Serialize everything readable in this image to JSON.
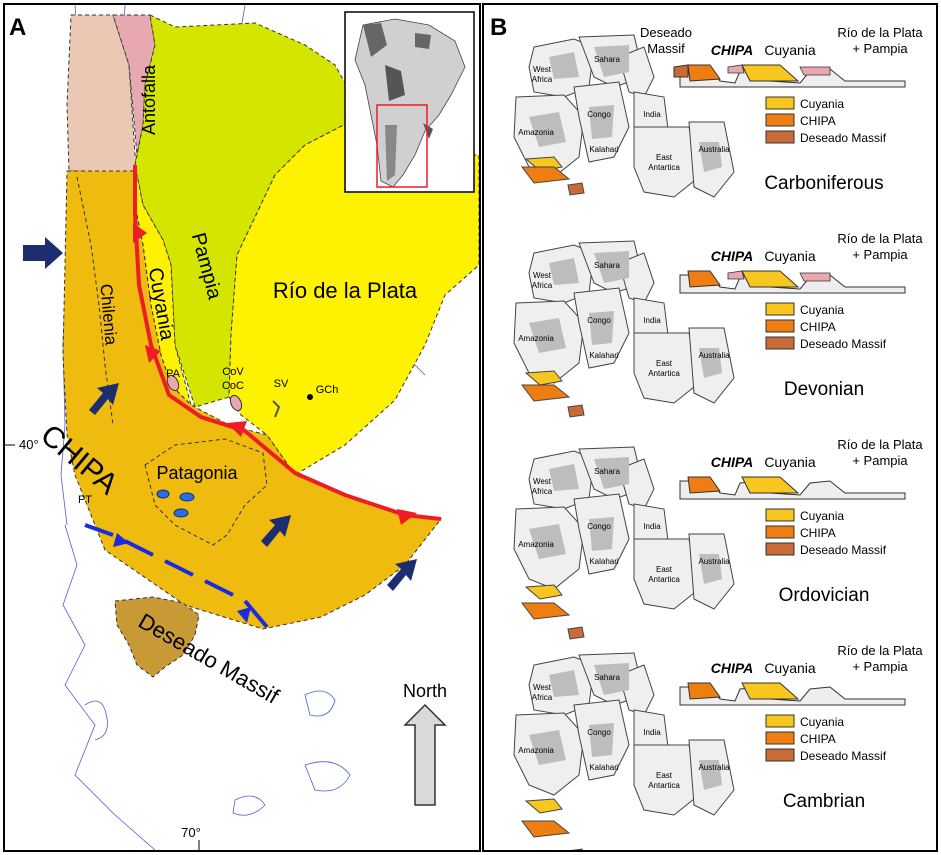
{
  "panel_a": {
    "letter": "A",
    "regions": {
      "antofalla": "Antofalla",
      "pampia": "Pampia",
      "cuyania": "Cuyania",
      "rio_de_la_plata": "Río de la Plata",
      "chilenia": "Chilenia",
      "chipa": "CHIPA",
      "patagonia": "Patagonia",
      "deseado_massif": "Deseado Massif"
    },
    "localities": {
      "pa": "PA",
      "cov": "CoV",
      "coc": "CoC",
      "sv": "SV",
      "gch": "GCh",
      "pt": "PT"
    },
    "latitude_label": "40°",
    "longitude_label": "70°",
    "north_label": "North"
  },
  "panel_b": {
    "letter": "B",
    "continents": {
      "west_africa": [
        "West",
        "Africa"
      ],
      "sahara": "Sahara",
      "amazonia": "Amazonia",
      "congo": "Congo",
      "kalahari": "Kalahari",
      "india": "India",
      "east_antarctica": [
        "East",
        "Antartica"
      ],
      "australia": "Australia"
    },
    "legend": [
      {
        "label": "Cuyania",
        "color": "#f7c61f"
      },
      {
        "label": "CHIPA",
        "color": "#ee7d12"
      },
      {
        "label": "Deseado Massif",
        "color": "#c96a39"
      }
    ],
    "periods": [
      {
        "name": "Carboniferous",
        "labels": {
          "deseado": [
            "Deseado",
            "Massif"
          ],
          "chipa": "CHIPA",
          "cuyania": "Cuyania",
          "rdlp": [
            "Río de la Plata",
            "+ Pampia"
          ]
        }
      },
      {
        "name": "Devonian",
        "labels": {
          "chipa": "CHIPA",
          "cuyania": "Cuyania",
          "rdlp": [
            "Río de la Plata",
            "+ Pampia"
          ]
        }
      },
      {
        "name": "Ordovician",
        "labels": {
          "chipa": "CHIPA",
          "cuyania": "Cuyania",
          "rdlp": [
            "Río de la Plata",
            "+ Pampia"
          ]
        }
      },
      {
        "name": "Cambrian",
        "labels": {
          "chipa": "CHIPA",
          "cuyania": "Cuyania",
          "rdlp": [
            "Río de la Plata",
            "+ Pampia"
          ]
        }
      }
    ]
  },
  "colors": {
    "chipa": "#ee7d12",
    "chipa_map": "#efbb0f",
    "cuyania": "#f7c61f",
    "cuyania_map": "#fff200",
    "rio_de_la_plata": "#fff200",
    "pampia": "#d4e600",
    "antofalla": "#eac8b4",
    "pink_belt": "#e8a8b0",
    "deseado": "#c89a35",
    "suture_red": "#ee1c25",
    "suture_blue": "#1b2be0",
    "arrow_navy": "#1d2e70"
  }
}
